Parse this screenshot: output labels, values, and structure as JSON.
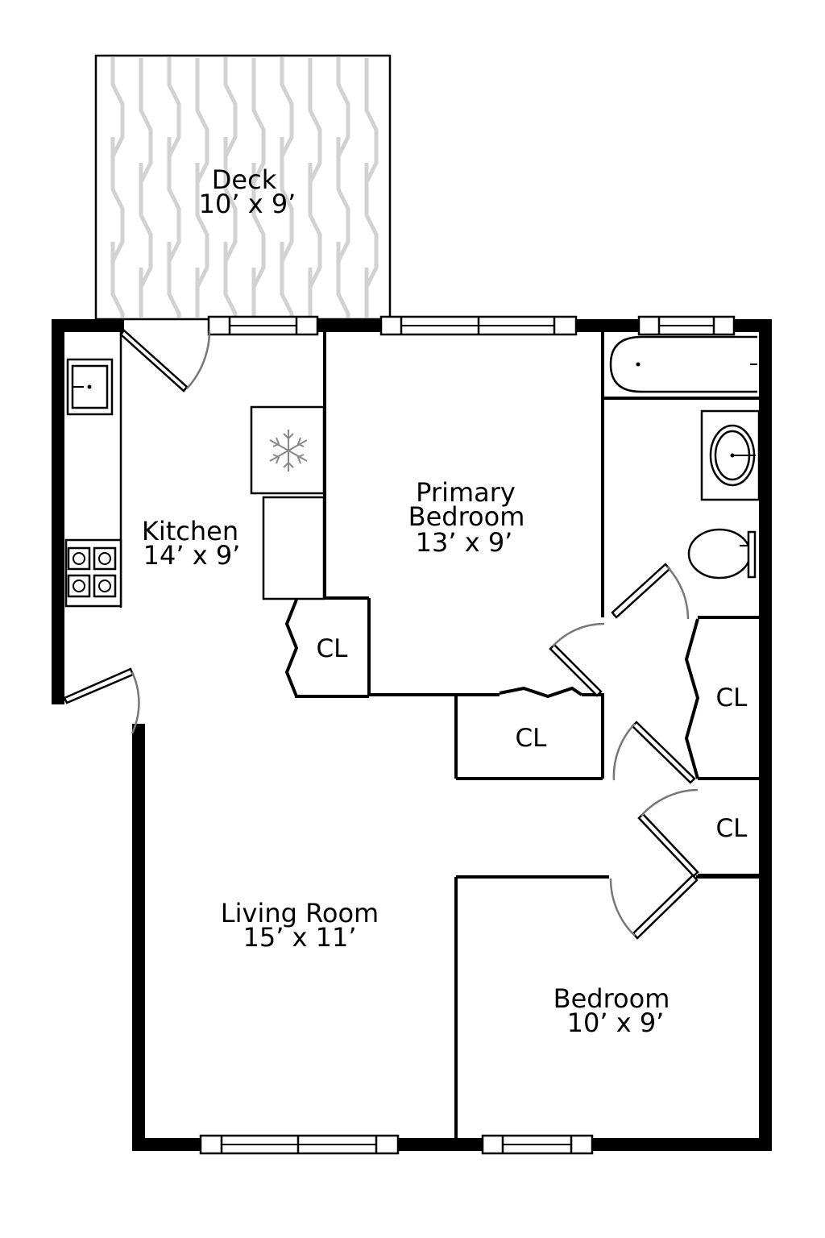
{
  "rooms": {
    "deck": {
      "name": "Deck",
      "dims": "10’ x 9’"
    },
    "kitchen": {
      "name": "Kitchen",
      "dims": "14’ x 9’"
    },
    "primary_bedroom": {
      "name_line1": "Primary",
      "name_line2": "Bedroom",
      "dims": "13’ x 9’"
    },
    "living_room": {
      "name": "Living Room",
      "dims": "15’ x 11’"
    },
    "bedroom": {
      "name": "Bedroom",
      "dims": "10’ x 9’"
    }
  },
  "closets": {
    "kitchen_closet": "CL",
    "primary_closet": "CL",
    "hall_closet_upper": "CL",
    "hall_closet_lower": "CL"
  },
  "icons": [
    "snowflake-icon",
    "sink-icon",
    "stove-icon",
    "bathtub-icon",
    "toilet-icon"
  ],
  "colors": {
    "wall": "#000000",
    "deck_pattern": "#d2d2d2",
    "door_swing": "#777777"
  }
}
